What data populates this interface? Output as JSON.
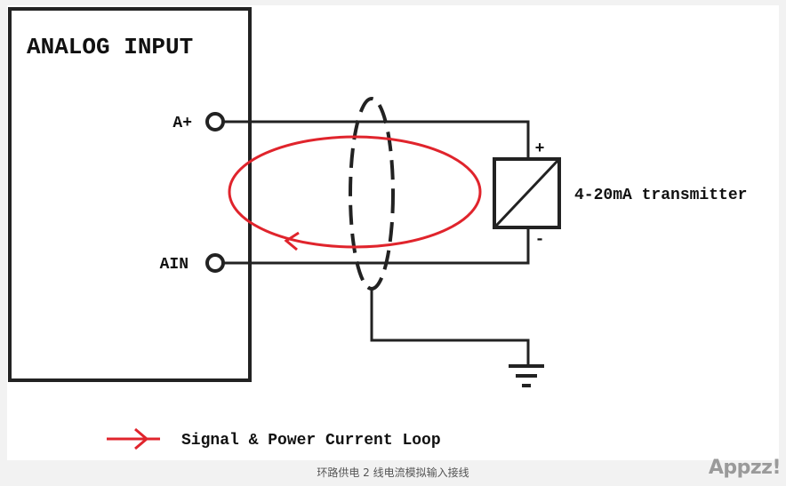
{
  "diagram": {
    "module_title": "ANALOG INPUT",
    "terminal_a_plus": "A+",
    "terminal_ain": "AIN",
    "transmitter_label": "4-20mA transmitter",
    "polarity_plus": "+",
    "polarity_minus": "-",
    "legend_label": "Signal & Power Current Loop",
    "colors": {
      "wire": "#222222",
      "loop": "#e0242c",
      "background": "#ffffff"
    }
  },
  "caption": "环路供电 2 线电流模拟输入接线",
  "watermark": "Appzz!"
}
